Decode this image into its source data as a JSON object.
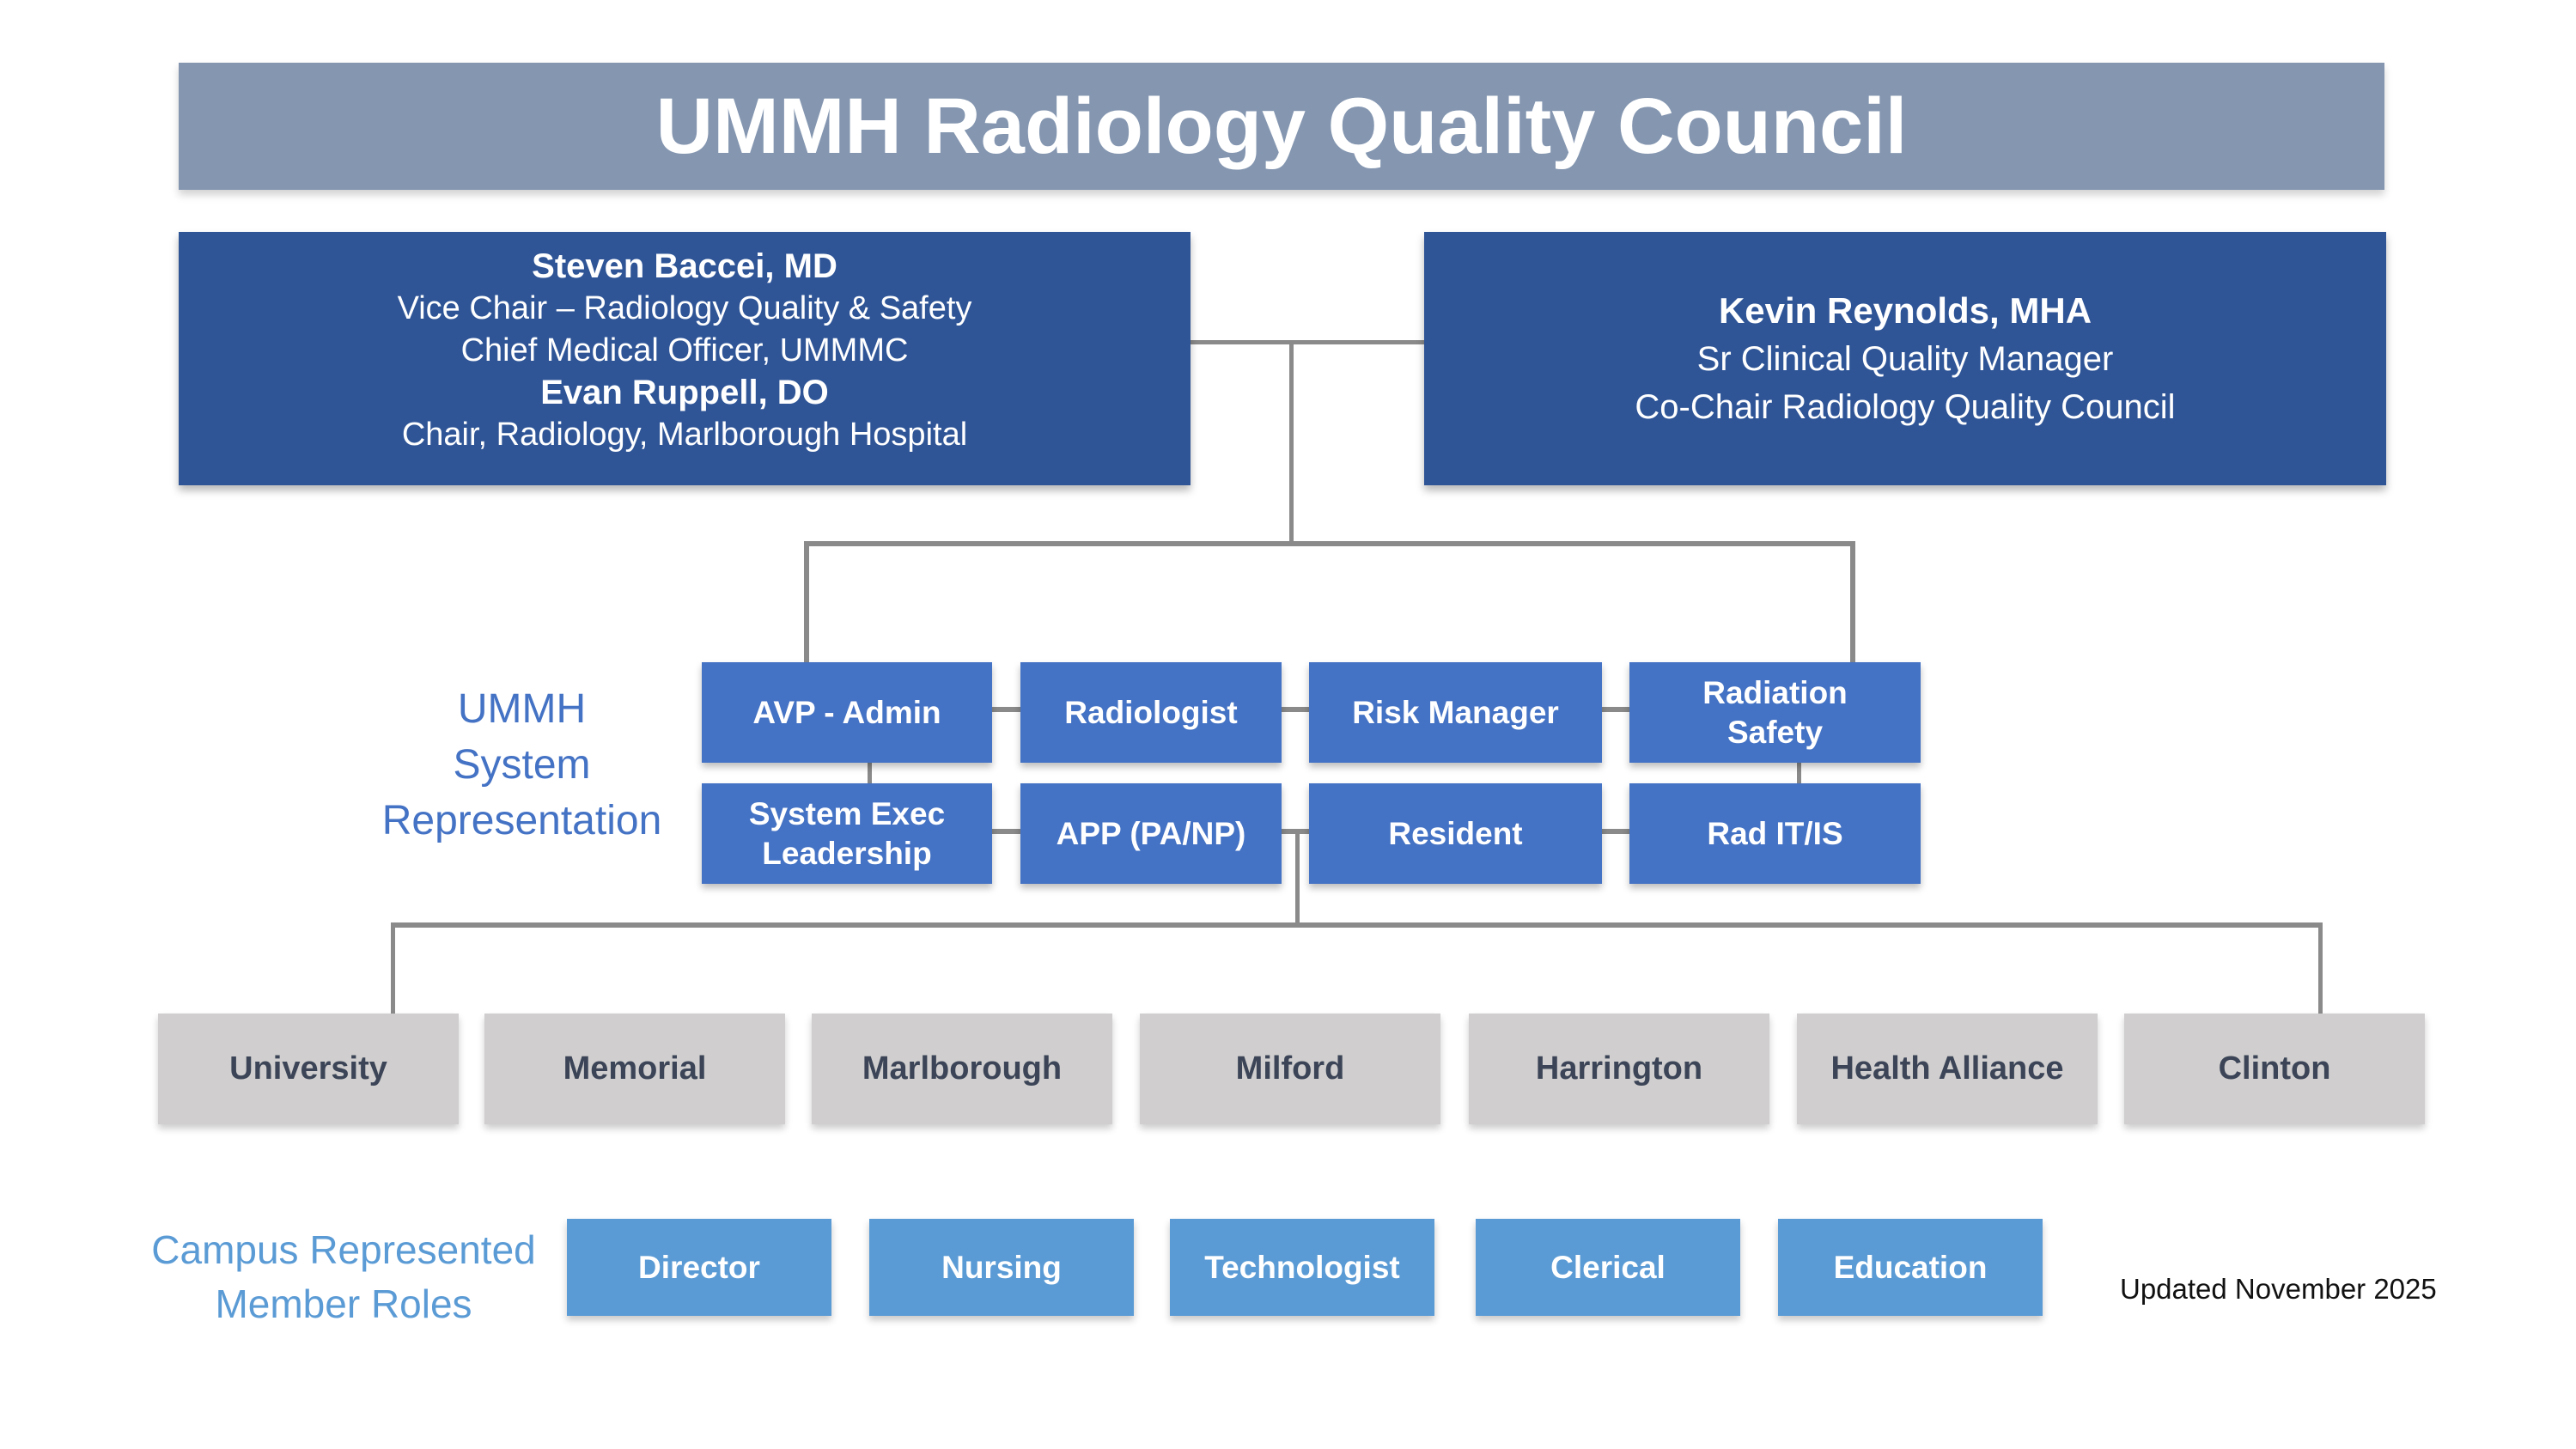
{
  "header": {
    "title": "UMMH Radiology Quality Council"
  },
  "chair_left": {
    "name1": "Steven Baccei, MD",
    "role1a": "Vice Chair – Radiology Quality & Safety",
    "role1b": "Chief Medical Officer, UMMMC",
    "name2": "Evan Ruppell, DO",
    "role2a": "Chair, Radiology, Marlborough Hospital"
  },
  "chair_right": {
    "name": "Kevin Reynolds, MHA",
    "role1": "Sr Clinical Quality Manager",
    "role2": "Co-Chair Radiology Quality Council"
  },
  "system_representation": {
    "label_lines": [
      "UMMH",
      "System",
      "Representation"
    ],
    "row1": [
      "AVP - Admin",
      "Radiologist",
      "Risk Manager",
      "Radiation Safety"
    ],
    "row2": [
      "System Exec Leadership",
      "APP (PA/NP)",
      "Resident",
      "Rad IT/IS"
    ]
  },
  "campuses": [
    "University",
    "Memorial",
    "Marlborough",
    "Milford",
    "Harrington",
    "Health Alliance",
    "Clinton"
  ],
  "member_roles": {
    "label_lines": [
      "Campus Represented",
      "Member Roles"
    ],
    "roles": [
      "Director",
      "Nursing",
      "Technologist",
      "Clerical",
      "Education"
    ]
  },
  "footer": {
    "updated": "Updated November 2025"
  },
  "colors": {
    "header_bg": "#8496B0",
    "chair_bg": "#2F5597",
    "system_box_bg": "#4472C4",
    "campus_bg": "#D0CECE",
    "campus_text": "#3B4557",
    "role_bg": "#5B9BD5",
    "system_label_text": "#4472C4",
    "roles_label_text": "#5B9BD5",
    "connector": "#8A8A8A"
  }
}
